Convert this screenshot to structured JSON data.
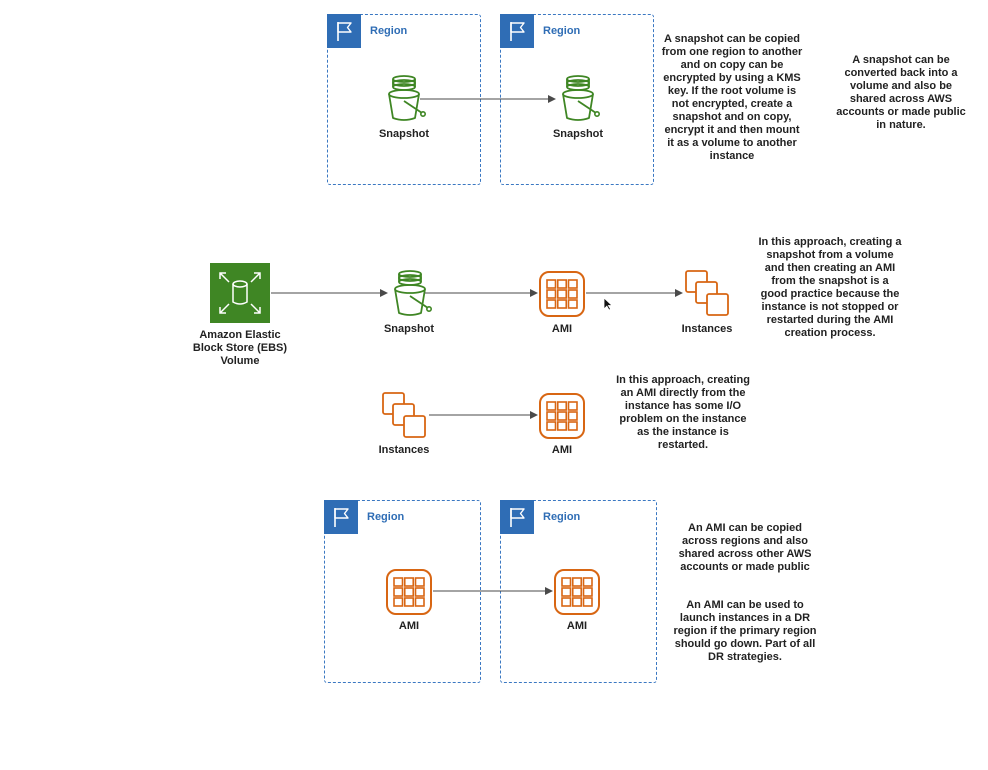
{
  "colors": {
    "region_border": "#3b78c2",
    "region_badge": "#2f6db5",
    "snapshot_green": "#3f8624",
    "ami_orange": "#d86613",
    "arrow": "#4a4a4a"
  },
  "icons": {
    "region": "region-flag-icon",
    "snapshot": "snapshot-bucket-icon",
    "ami": "ami-grid-icon",
    "instances": "instances-stack-icon",
    "ebs": "ebs-volume-icon",
    "cursor": "mouse-pointer-icon"
  },
  "top_row": {
    "region_left_label": "Region",
    "region_right_label": "Region",
    "snapshot_left_label": "Snapshot",
    "snapshot_right_label": "Snapshot"
  },
  "middle_row": {
    "ebs_label": "Amazon Elastic Block Store (EBS) Volume",
    "snapshot_label": "Snapshot",
    "ami_label": "AMI",
    "instances_label": "Instances"
  },
  "direct_row": {
    "instances_label": "Instances",
    "ami_label": "AMI"
  },
  "bottom_row": {
    "region_left_label": "Region",
    "region_right_label": "Region",
    "ami_left_label": "AMI",
    "ami_right_label": "AMI"
  },
  "notes": {
    "snapshot_copy": "A snapshot can be copied from one region to another and on copy can be encrypted by using a KMS key. If the root volume is not encrypted, create a snapshot and on copy, encrypt it and then mount it as a volume to another instance",
    "snapshot_convert": "A snapshot can be converted back into a volume and also be shared across AWS accounts or made public in nature.",
    "approach_snapshot": "In this approach, creating a snapshot from a volume and then creating an AMI from the snapshot is a good practice because the instance is not stopped or restarted during the AMI creation process.",
    "approach_direct": "In this approach, creating an AMI directly from the instance has some I/O problem on the instance as the instance is restarted.",
    "ami_copy": "An AMI can be copied across regions and also shared across other AWS accounts or made public",
    "ami_dr": "An AMI can be used to launch instances in a DR region if the primary region should go down. Part of all DR strategies."
  }
}
